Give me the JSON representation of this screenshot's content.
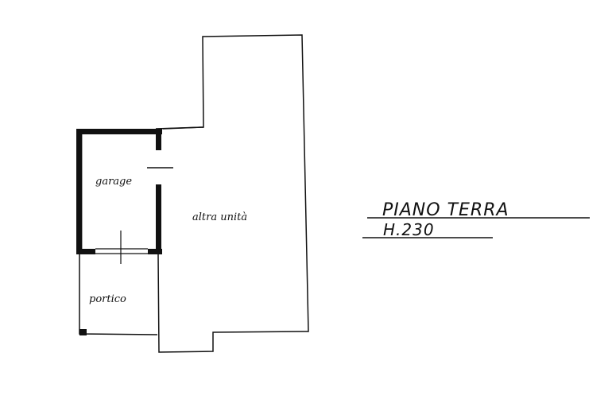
{
  "plan": {
    "rooms": {
      "garage": "garage",
      "portico": "portico",
      "other_unit": "altra unità"
    },
    "title": "PIANO TERRA",
    "height": "H.230"
  }
}
